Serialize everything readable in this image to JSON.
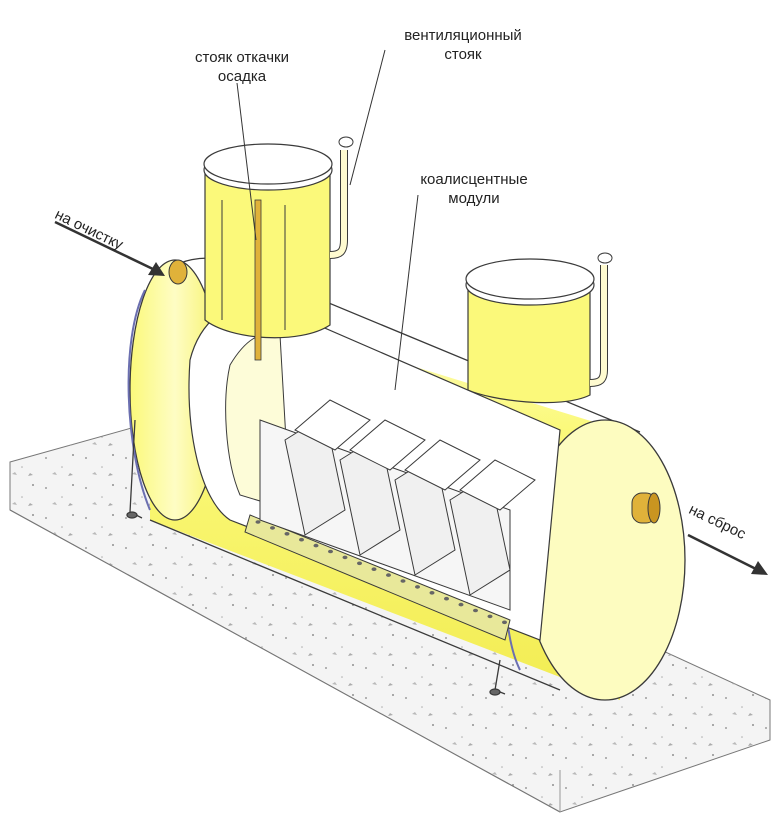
{
  "labels": {
    "sludge_riser_1": "стояк откачки",
    "sludge_riser_2": "осадка",
    "vent_riser_1": "вентиляционный",
    "vent_riser_2": "стояк",
    "modules_1": "коалисцентные",
    "modules_2": "модули",
    "inlet": "на очистку",
    "outlet": "на сброс"
  },
  "colors": {
    "tank": "#fbf97a",
    "tank_light": "#fdfcc8",
    "tank_shadow": "#e8e24a",
    "outline": "#3a3a3a",
    "band": "#6b6fb0",
    "nozzle": "#e0b23a",
    "concrete": "#f2f2f2"
  }
}
